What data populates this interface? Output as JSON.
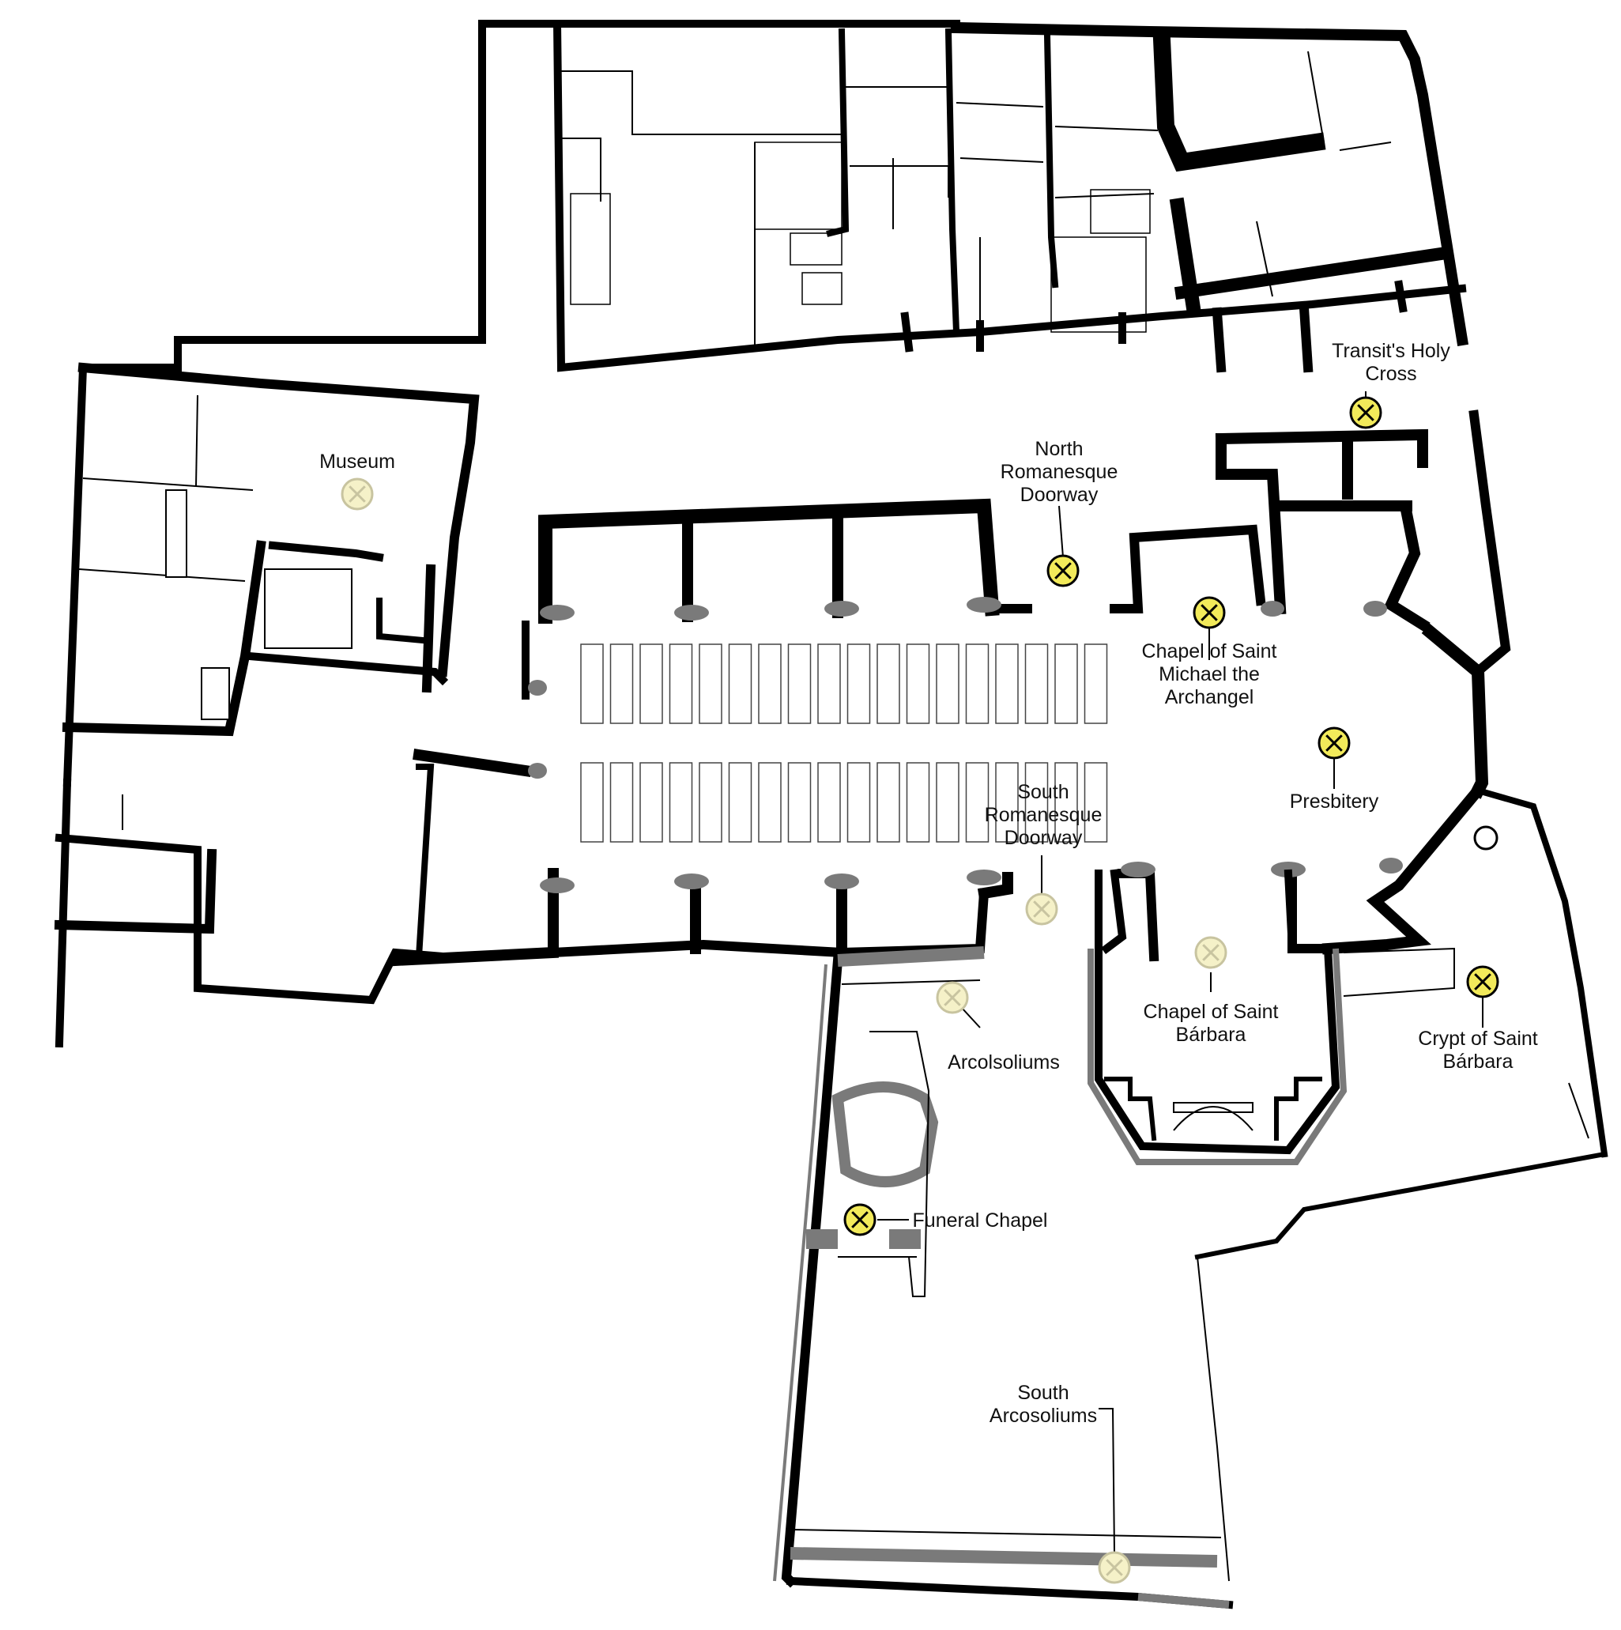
{
  "colors": {
    "wall": "#000000",
    "secondary_wall": "#7a7a7a",
    "marker_active": "#f2ea5a",
    "marker_faded": "#f5f1c8",
    "background": "#ffffff"
  },
  "marker_icon": "circled-x-marker-icon",
  "points": [
    {
      "id": "museum",
      "lines": [
        "Museum"
      ],
      "state": "faded"
    },
    {
      "id": "north-romanesque-doorway",
      "lines": [
        "North",
        "Romanesque",
        "Doorway"
      ],
      "state": "active"
    },
    {
      "id": "transits-holy-cross",
      "lines": [
        "Transit's Holy",
        "Cross"
      ],
      "state": "active"
    },
    {
      "id": "chapel-saint-michael",
      "lines": [
        "Chapel of Saint",
        "Michael the",
        "Archangel"
      ],
      "state": "active"
    },
    {
      "id": "presbitery",
      "lines": [
        "Presbitery"
      ],
      "state": "active"
    },
    {
      "id": "south-romanesque-doorway",
      "lines": [
        "South",
        "Romanesque",
        "Doorway"
      ],
      "state": "faded"
    },
    {
      "id": "chapel-saint-barbara",
      "lines": [
        "Chapel of Saint",
        "Bárbara"
      ],
      "state": "faded"
    },
    {
      "id": "crypt-saint-barbara",
      "lines": [
        "Crypt of Saint",
        "Bárbara"
      ],
      "state": "active"
    },
    {
      "id": "arcolsoliums",
      "lines": [
        "Arcolsoliums"
      ],
      "state": "faded"
    },
    {
      "id": "funeral-chapel",
      "lines": [
        "Funeral Chapel"
      ],
      "state": "active"
    },
    {
      "id": "south-arcosoliums",
      "lines": [
        "South",
        "Arcosoliums"
      ],
      "state": "faded"
    }
  ]
}
